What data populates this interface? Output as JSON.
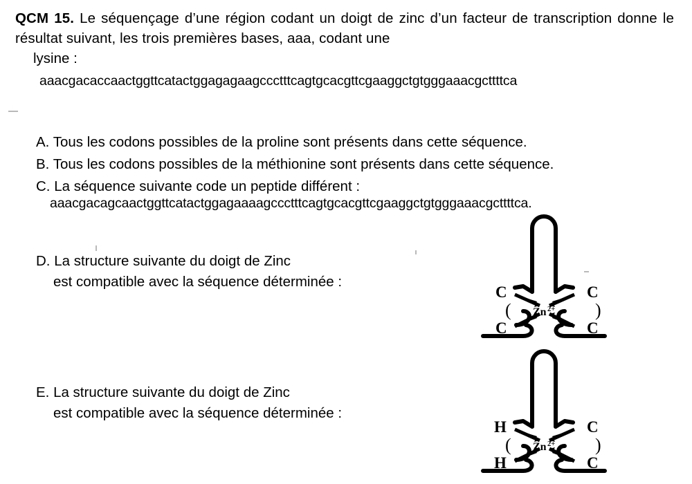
{
  "document": {
    "language": "fr",
    "question_number": "QCM 15.",
    "stem_text": "Le séquençage d’une région codant un doigt de zinc d’un facteur de transcription donne le résultat suivant, les trois premières bases, aaa, codant une",
    "stem_last_line": "lysine :",
    "main_sequence": "aaacgacaccaactggttcatactggagagaagccctttcagtgcacgttcgaaggctgtgggaaacgcttttca"
  },
  "options": [
    {
      "id": "A",
      "label": "A. Tous les codons possibles de la proline sont présents dans cette séquence."
    },
    {
      "id": "B",
      "label": "B. Tous les codons possibles de la méthionine sont présents dans cette séquence."
    },
    {
      "id": "C",
      "label": "C. La séquence suivante code un peptide différent :",
      "sequence": "aaacgacagcaactggttcatactggagaaaagccctttcagtgcacgttcgaaggctgtgggaaacgcttttca."
    },
    {
      "id": "D",
      "line1": "D. La structure suivante du doigt de Zinc",
      "line2": "est compatible avec la séquence déterminée :"
    },
    {
      "id": "E",
      "line1": "E. La structure suivante du doigt de Zinc",
      "line2": "est compatible avec la séquence déterminée :"
    }
  ],
  "diagrams": [
    {
      "id": "zinc-finger-d",
      "for_option": "D",
      "metal_label": "Zn",
      "metal_charge": "2+",
      "residues": {
        "top_left": "C",
        "top_right": "C",
        "bottom_left": "C",
        "bottom_right": "C"
      },
      "coordination_arrows": 4,
      "type": "zinc-finger-C4"
    },
    {
      "id": "zinc-finger-e",
      "for_option": "E",
      "metal_label": "Zn",
      "metal_charge": "2+",
      "residues": {
        "top_left": "H",
        "top_right": "C",
        "bottom_left": "H",
        "bottom_right": "C"
      },
      "coordination_arrows": 4,
      "type": "zinc-finger-H2C2"
    }
  ],
  "colors": {
    "ink": "#000000",
    "page": "#ffffff"
  }
}
